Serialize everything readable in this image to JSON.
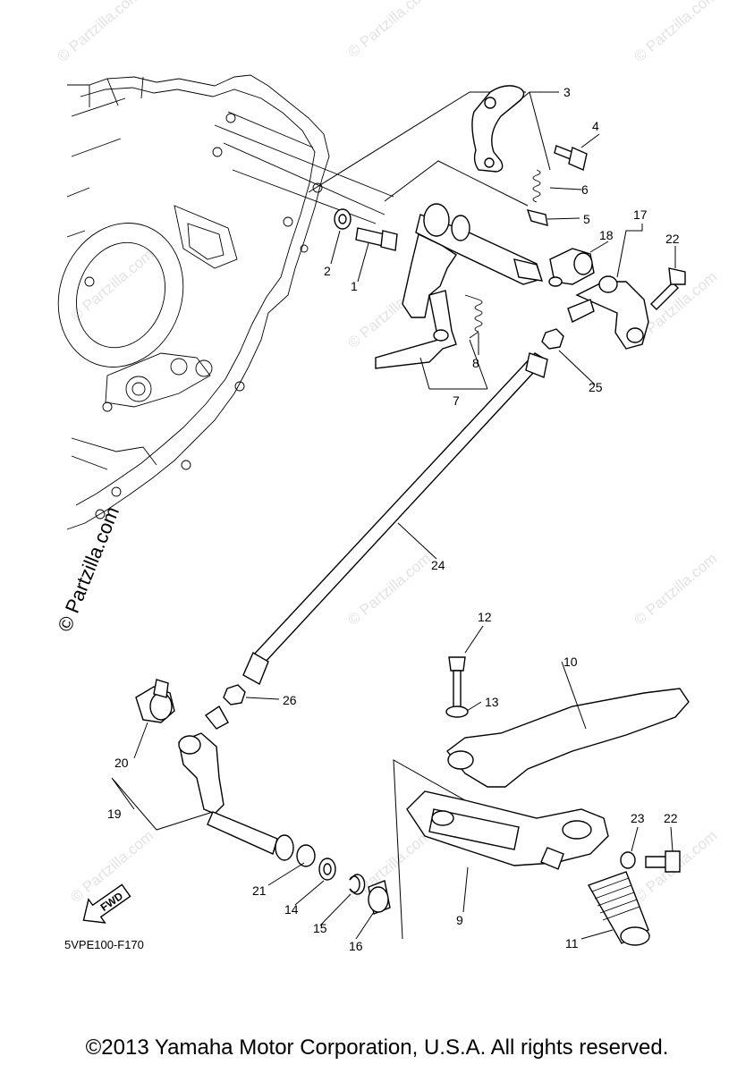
{
  "diagram_code": "5VPE100-F170",
  "watermark_side": "© Partzilla.com",
  "watermark_tile": "© Partzilla.com",
  "fwd_label": "FWD",
  "copyright": "©2013 Yamaha Motor Corporation, U.S.A. All rights reserved.",
  "callouts": [
    "1",
    "2",
    "3",
    "4",
    "5",
    "6",
    "7",
    "8",
    "9",
    "10",
    "11",
    "12",
    "13",
    "14",
    "15",
    "16",
    "17",
    "18",
    "19",
    "20",
    "21",
    "22",
    "22",
    "23",
    "24",
    "25",
    "26"
  ]
}
